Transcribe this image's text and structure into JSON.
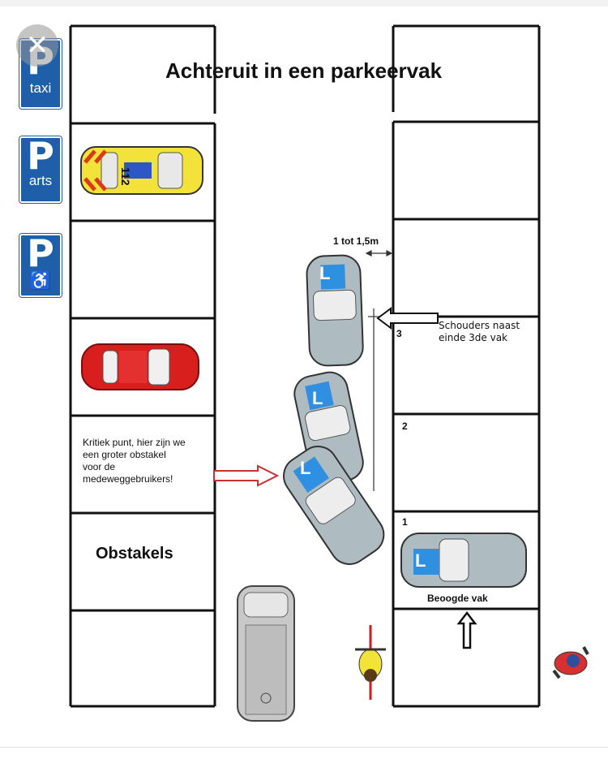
{
  "title": "Achteruit in een parkeervak",
  "signs": [
    {
      "letter": "P",
      "text": "taxi"
    },
    {
      "letter": "P",
      "text": "arts"
    },
    {
      "letter": "P",
      "text": "♿"
    }
  ],
  "ambulance_number": "112",
  "learner_mark": "L",
  "distance_label": "1 tot 1,5m",
  "shoulders_note_line1": "Schouders naast",
  "shoulders_note_line2": "einde 3de vak",
  "critical_note_line1": "Kritiek punt, hier zijn we",
  "critical_note_line2": "een groter obstakel",
  "critical_note_line3": "voor de",
  "critical_note_line4": "medeweggebruikers!",
  "obstacles_label": "Obstakels",
  "target_label": "Beoogde vak",
  "space_numbers": [
    "1",
    "2",
    "3"
  ],
  "colors": {
    "sign_blue": "#1f5faa",
    "learner_car": "#aebcc2",
    "ambulance": "#f3e23a",
    "red_car": "#d91e1e",
    "arrow_red": "#c83232",
    "learner_plate": "#2f8fe0"
  }
}
